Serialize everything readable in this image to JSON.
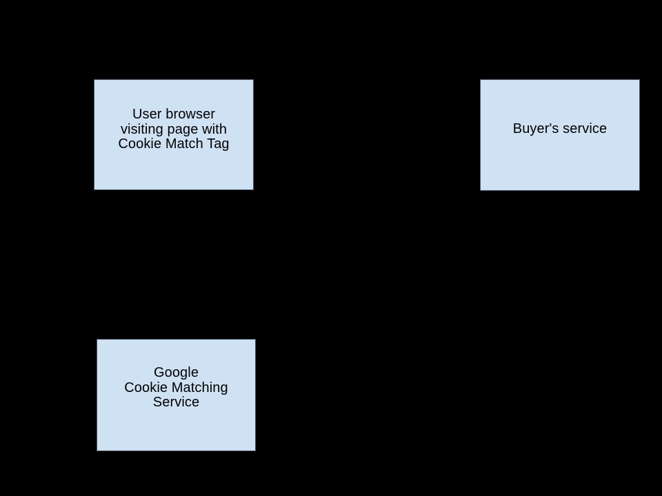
{
  "canvas": {
    "background_color": "#000000"
  },
  "diagram": {
    "node_fill_color": "#cfe2f3",
    "node_border_color": "#49596a",
    "node_text_color": "#000000",
    "nodes": [
      {
        "id": "user-browser",
        "lines": [
          "User browser",
          "visiting page with",
          "Cookie Match Tag"
        ]
      },
      {
        "id": "buyers-service",
        "lines": [
          "Buyer's service"
        ]
      },
      {
        "id": "google-cookie-matching-service",
        "lines": [
          "Google",
          "Cookie Matching",
          "Service"
        ]
      }
    ]
  }
}
